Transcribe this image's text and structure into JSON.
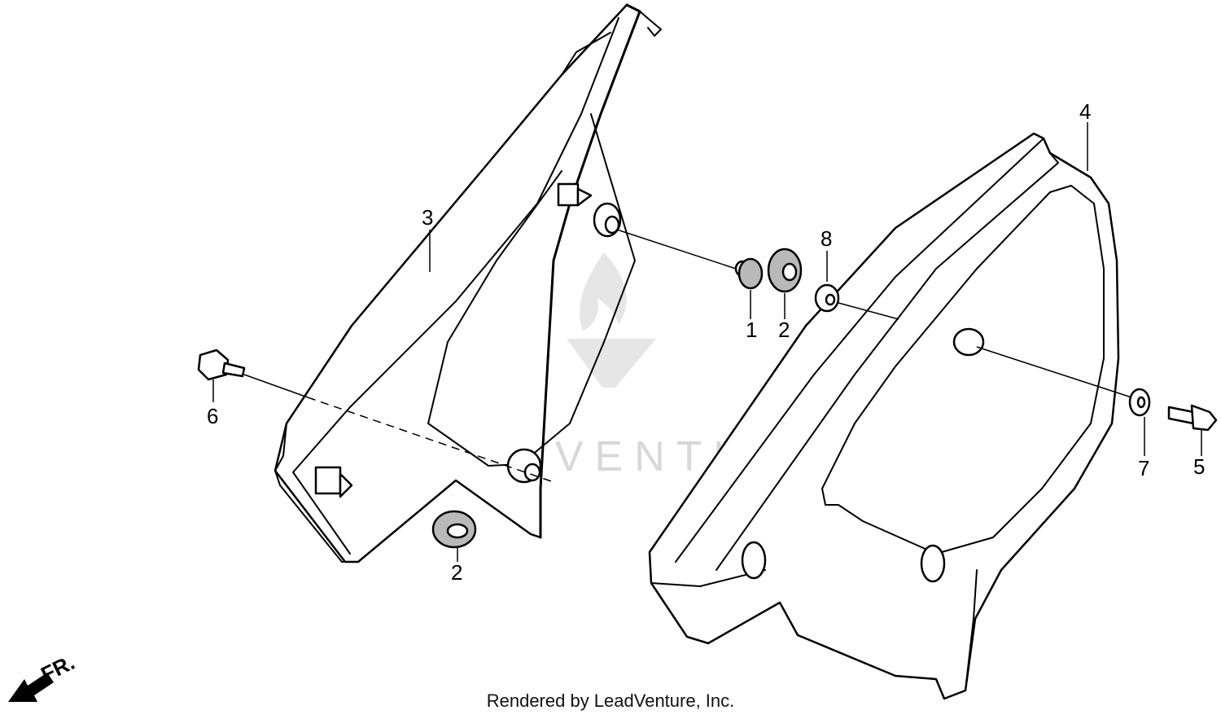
{
  "callouts": [
    {
      "id": "c1",
      "label": "1"
    },
    {
      "id": "c2a",
      "label": "2"
    },
    {
      "id": "c2b",
      "label": "2"
    },
    {
      "id": "c3",
      "label": "3"
    },
    {
      "id": "c4",
      "label": "4"
    },
    {
      "id": "c5",
      "label": "5"
    },
    {
      "id": "c6",
      "label": "6"
    },
    {
      "id": "c7",
      "label": "7"
    },
    {
      "id": "c8",
      "label": "8"
    }
  ],
  "direction_arrow": {
    "label": "FR."
  },
  "watermark": {
    "text": "LEADVENTURE"
  },
  "footer": {
    "text": "Rendered by LeadVenture, Inc."
  }
}
